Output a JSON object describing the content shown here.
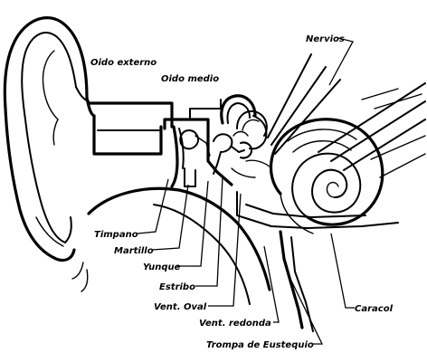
{
  "labels": {
    "oido_externo": "Oido externo",
    "oido_medio": "Oido medio",
    "nervios": "Nervios",
    "timpano": "Timpano",
    "martillo": "Martillo",
    "yunque": "Yunque",
    "estribo": "Estribo",
    "vent_oval": "Vent. Oval",
    "vent_redonda": "Vent. redonda",
    "trompa": "Trompa de Eustequio",
    "caracol": "Caracol"
  }
}
